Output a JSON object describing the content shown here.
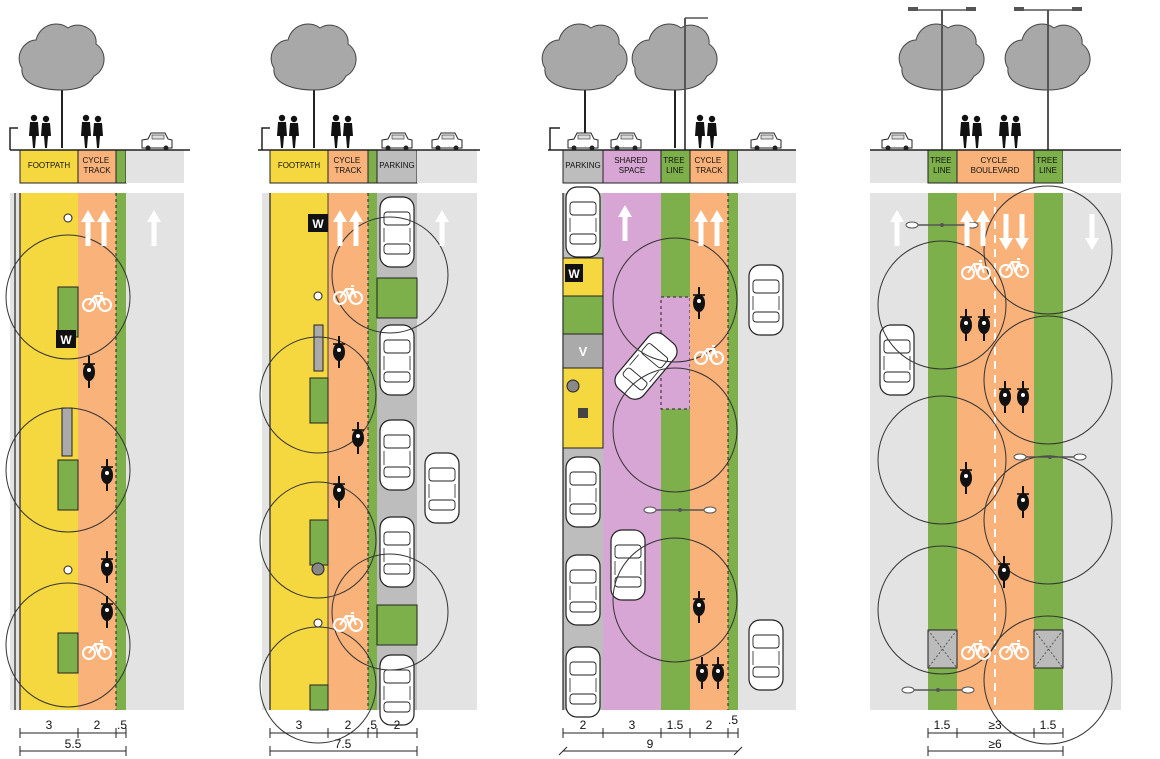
{
  "colors": {
    "footpath": "#f5d740",
    "cycle": "#f8b27a",
    "green": "#7db04a",
    "road": "#e3e3e3",
    "parking": "#bdbdbd",
    "shared": "#d8a6d4",
    "outline": "#222222"
  },
  "sections": [
    {
      "id": "a",
      "zone_labels": [
        "FOOTPATH",
        "CYCLE|TRACK"
      ],
      "dims": [
        "3",
        "2",
        ".5"
      ],
      "total": "5.5"
    },
    {
      "id": "b",
      "zone_labels": [
        "FOOTPATH",
        "CYCLE|TRACK",
        "PARKING"
      ],
      "dims": [
        "3",
        "2",
        ".5",
        "2"
      ],
      "total": "7.5",
      "marker_label": "W"
    },
    {
      "id": "c",
      "zone_labels": [
        "PARKING",
        "SHARED|SPACE",
        "TREE|LINE",
        "CYCLE|TRACK"
      ],
      "dims": [
        "2",
        "3",
        "1.5",
        "2",
        ".5"
      ],
      "total": "9",
      "marker_labels": [
        "W",
        "V"
      ]
    },
    {
      "id": "d",
      "zone_labels": [
        "TREE|LINE",
        "CYCLE|BOULEVARD",
        "TREE|LINE"
      ],
      "dims": [
        "1.5",
        "≥3",
        "1.5"
      ],
      "total": "≥6"
    }
  ],
  "section_a_marker": "W"
}
